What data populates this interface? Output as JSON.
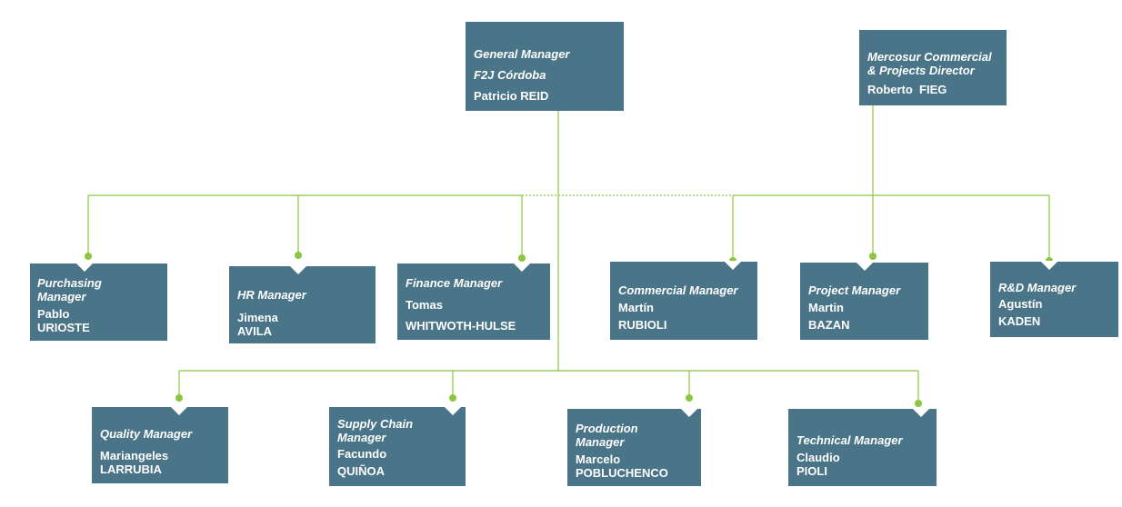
{
  "colors": {
    "box": "#4a7488",
    "line": "#8cc63f",
    "text": "#ffffff"
  },
  "top": {
    "general_manager": {
      "title": "General Manager",
      "line1": "F2J Córdoba",
      "line2": "Patricio REID"
    },
    "mercosur_director": {
      "title": "Mercosur Commercial & Projects Director",
      "line1": "Roberto  FIEG"
    }
  },
  "row1": [
    {
      "title": "Purchasing Manager",
      "first": "Pablo",
      "last": "URIOSTE"
    },
    {
      "title": "HR Manager",
      "first": "Jimena",
      "last": "AVILA"
    },
    {
      "title": "Finance Manager",
      "first": "Tomas",
      "last": "WHITWOTH-HULSE"
    },
    {
      "title": "Commercial Manager",
      "first": "Martín",
      "last": "RUBIOLI"
    },
    {
      "title": "Project Manager",
      "first": "Martin",
      "last": "BAZAN"
    },
    {
      "title": "R&D Manager",
      "first": "Agustín",
      "last": "KADEN"
    }
  ],
  "row2": [
    {
      "title": "Quality Manager",
      "first": "Mariangeles",
      "last": "LARRUBIA"
    },
    {
      "title": "Supply Chain Manager",
      "first": "Facundo",
      "last": "QUIÑOA"
    },
    {
      "title": "Production Manager",
      "first": "Marcelo",
      "last": "POBLUCHENCO"
    },
    {
      "title": "Technical Manager",
      "first": "Claudio",
      "last": "PIOLI"
    }
  ]
}
